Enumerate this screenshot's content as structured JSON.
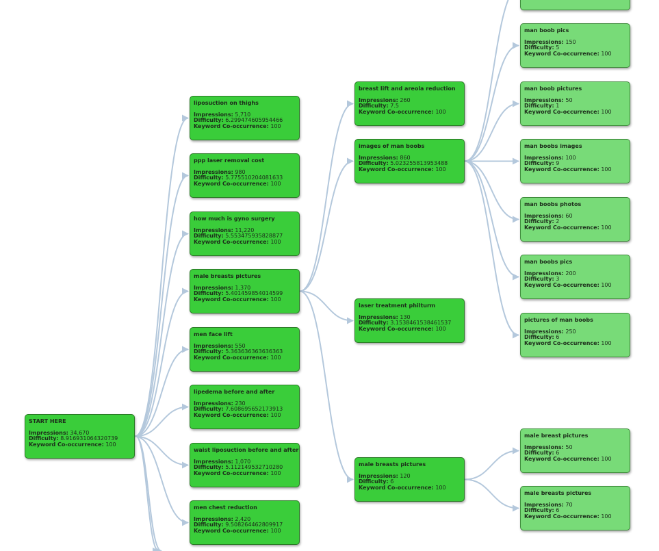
{
  "diagram": {
    "link_color": "#b4c8dc",
    "node_color_primary": "#3acd3a",
    "node_color_leaf": "#78db78",
    "metric_labels": {
      "impressions": "Impressions:",
      "difficulty": "Difficulty:",
      "cooccurrence": "Keyword Co-occurrence:"
    },
    "nodes": [
      {
        "id": "start",
        "title": "START HERE",
        "impressions": "34,670",
        "difficulty": "8.916931064320739",
        "cooccurrence": "100"
      },
      {
        "id": "liposuction-on-thighs",
        "title": "liposuction on thighs",
        "impressions": "5,710",
        "difficulty": "6.299474605954466",
        "cooccurrence": "100"
      },
      {
        "id": "ppp-laser-removal-cost",
        "title": "ppp laser removal cost",
        "impressions": "980",
        "difficulty": "5.775510204081633",
        "cooccurrence": "100"
      },
      {
        "id": "how-much-is-gyno-surgery",
        "title": "how much is gyno surgery",
        "impressions": "11,220",
        "difficulty": "5.553475935828877",
        "cooccurrence": "100"
      },
      {
        "id": "male-breasts-pictures",
        "title": "male breasts pictures",
        "impressions": "1,370",
        "difficulty": "5.401459854014599",
        "cooccurrence": "100"
      },
      {
        "id": "men-face-lift",
        "title": "men face lift",
        "impressions": "550",
        "difficulty": "5.363636363636363",
        "cooccurrence": "100"
      },
      {
        "id": "lipedema-before-and-after",
        "title": "lipedema before and after",
        "impressions": "230",
        "difficulty": "7.608695652173913",
        "cooccurrence": "100"
      },
      {
        "id": "waist-liposuction-before-and-after",
        "title": "waist liposuction before and after",
        "impressions": "1,070",
        "difficulty": "5.112149532710280",
        "cooccurrence": "100"
      },
      {
        "id": "men-chest-reduction",
        "title": "men chest reduction",
        "impressions": "2,420",
        "difficulty": "9.508264462809917",
        "cooccurrence": "100"
      },
      {
        "id": "breast-lift-and-areola-reduction",
        "title": "breast lift and areola reduction",
        "impressions": "260",
        "difficulty": "7.5",
        "cooccurrence": "100"
      },
      {
        "id": "images-of-man-boobs",
        "title": "images of man boobs",
        "impressions": "860",
        "difficulty": "5.023255813953488",
        "cooccurrence": "100"
      },
      {
        "id": "laser-treatment-philturm",
        "title": "laser treatment philturm",
        "impressions": "130",
        "difficulty": "3.1538461538461537",
        "cooccurrence": "100"
      },
      {
        "id": "male-breasts-pictures-2",
        "title": "male breasts pictures",
        "impressions": "120",
        "difficulty": "6",
        "cooccurrence": "100"
      },
      {
        "id": "man-boob-pics",
        "title": "man boob pics",
        "impressions": "150",
        "difficulty": "5",
        "cooccurrence": "100"
      },
      {
        "id": "man-boob-pictures",
        "title": "man boob pictures",
        "impressions": "50",
        "difficulty": "1",
        "cooccurrence": "100"
      },
      {
        "id": "man-boobs-images",
        "title": "man boobs images",
        "impressions": "100",
        "difficulty": "9",
        "cooccurrence": "100"
      },
      {
        "id": "man-boobs-photos",
        "title": "man boobs photos",
        "impressions": "60",
        "difficulty": "2",
        "cooccurrence": "100"
      },
      {
        "id": "man-boobs-pics",
        "title": "man boobs pics",
        "impressions": "200",
        "difficulty": "3",
        "cooccurrence": "100"
      },
      {
        "id": "pictures-of-man-boobs",
        "title": "pictures of man boobs",
        "impressions": "250",
        "difficulty": "6",
        "cooccurrence": "100"
      },
      {
        "id": "male-breast-pictures",
        "title": "male breast pictures",
        "impressions": "50",
        "difficulty": "6",
        "cooccurrence": "100"
      },
      {
        "id": "male-breasts-pictures-3",
        "title": "male breasts pictures",
        "impressions": "70",
        "difficulty": "6",
        "cooccurrence": "100"
      }
    ],
    "edges": [
      [
        "start",
        "liposuction-on-thighs"
      ],
      [
        "start",
        "ppp-laser-removal-cost"
      ],
      [
        "start",
        "how-much-is-gyno-surgery"
      ],
      [
        "start",
        "male-breasts-pictures"
      ],
      [
        "start",
        "men-face-lift"
      ],
      [
        "start",
        "lipedema-before-and-after"
      ],
      [
        "start",
        "waist-liposuction-before-and-after"
      ],
      [
        "start",
        "men-chest-reduction"
      ],
      [
        "male-breasts-pictures",
        "breast-lift-and-areola-reduction"
      ],
      [
        "male-breasts-pictures",
        "images-of-man-boobs"
      ],
      [
        "male-breasts-pictures",
        "laser-treatment-philturm"
      ],
      [
        "male-breasts-pictures",
        "male-breasts-pictures-2"
      ],
      [
        "images-of-man-boobs",
        "man-boob-pics"
      ],
      [
        "images-of-man-boobs",
        "man-boob-pictures"
      ],
      [
        "images-of-man-boobs",
        "man-boobs-images"
      ],
      [
        "images-of-man-boobs",
        "man-boobs-photos"
      ],
      [
        "images-of-man-boobs",
        "man-boobs-pics"
      ],
      [
        "images-of-man-boobs",
        "pictures-of-man-boobs"
      ],
      [
        "male-breasts-pictures-2",
        "male-breast-pictures"
      ],
      [
        "male-breasts-pictures-2",
        "male-breasts-pictures-3"
      ]
    ]
  }
}
